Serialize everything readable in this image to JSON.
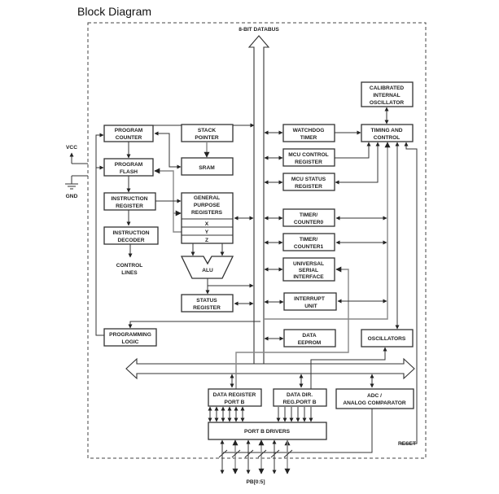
{
  "title": "Block Diagram",
  "databus_label": "8-BIT DATABUS",
  "external": {
    "vcc": "VCC",
    "gnd": "GND",
    "control_lines": [
      "CONTROL",
      "LINES"
    ],
    "reset": "RESET",
    "port_pins": "PB[0:5]"
  },
  "blocks": {
    "program_counter": [
      "PROGRAM",
      "COUNTER"
    ],
    "stack_pointer": [
      "STACK",
      "POINTER"
    ],
    "program_flash": [
      "PROGRAM",
      "FLASH"
    ],
    "sram": [
      "SRAM"
    ],
    "instruction_register": [
      "INSTRUCTION",
      "REGISTER"
    ],
    "general_purpose_registers": [
      "GENERAL",
      "PURPOSE",
      "REGISTERS"
    ],
    "gpr_x": "X",
    "gpr_y": "Y",
    "gpr_z": "Z",
    "instruction_decoder": [
      "INSTRUCTION",
      "DECODER"
    ],
    "alu": "ALU",
    "status_register": [
      "STATUS",
      "REGISTER"
    ],
    "programming_logic": [
      "PROGRAMMING",
      "LOGIC"
    ],
    "watchdog_timer": [
      "WATCHDOG",
      "TIMER"
    ],
    "mcu_control_register": [
      "MCU CONTROL",
      "REGISTER"
    ],
    "mcu_status_register": [
      "MCU STATUS",
      "REGISTER"
    ],
    "timer_counter0": [
      "TIMER/",
      "COUNTER0"
    ],
    "timer_counter1": [
      "TIMER/",
      "COUNTER1"
    ],
    "universal_serial_interface": [
      "UNIVERSAL",
      "SERIAL",
      "INTERFACE"
    ],
    "interrupt_unit": [
      "INTERRUPT",
      "UNIT"
    ],
    "data_eeprom": [
      "DATA",
      "EEPROM"
    ],
    "calibrated_internal_oscillator": [
      "CALIBRATED",
      "INTERNAL",
      "OSCILLATOR"
    ],
    "timing_and_control": [
      "TIMING AND",
      "CONTROL"
    ],
    "oscillators": [
      "OSCILLATORS"
    ],
    "data_register_port_b": [
      "DATA REGISTER",
      "PORT B"
    ],
    "data_dir_reg_port_b": [
      "DATA DIR.",
      "REG.PORT B"
    ],
    "adc_analog_comparator": [
      "ADC /",
      "ANALOG COMPARATOR"
    ],
    "port_b_drivers": [
      "PORT B DRIVERS"
    ]
  }
}
